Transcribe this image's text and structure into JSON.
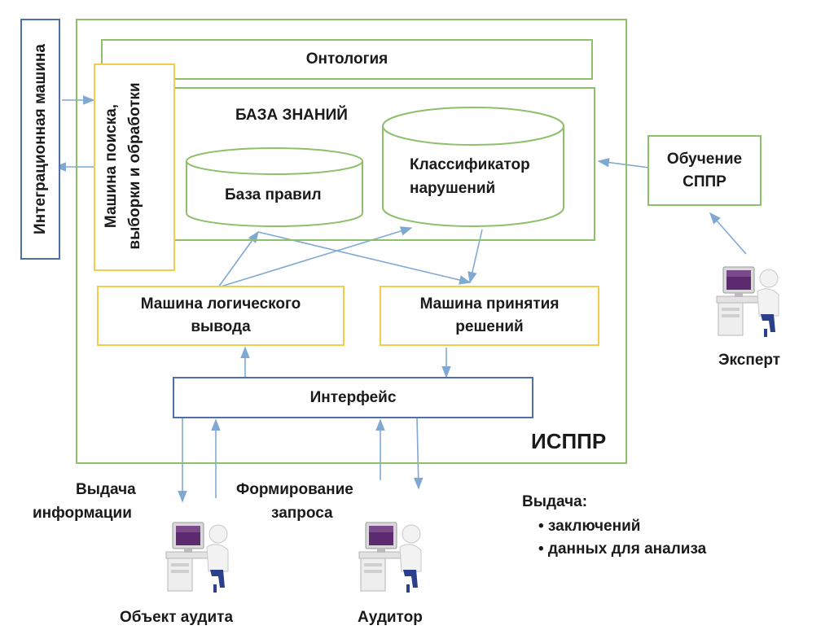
{
  "colors": {
    "green_border": "#8dc06a",
    "yellow_border": "#f2cc4a",
    "blue_border": "#4f6fa8",
    "arrow": "#7fa8d2"
  },
  "integration_machine": "Интеграционная машина",
  "ontology": "Онтология",
  "search_machine": [
    "Машина поиска,",
    "выборки и обработки"
  ],
  "knowledge_base": {
    "title": "БАЗА ЗНАНИЙ",
    "rules": "База правил",
    "classifier": [
      "Классификатор",
      "нарушений"
    ]
  },
  "inference_machine": [
    "Машина логического",
    "вывода"
  ],
  "decision_machine": [
    "Машина принятия",
    "решений"
  ],
  "interface": "Интерфейс",
  "system_label": "ИСППР",
  "training": [
    "Обучение",
    "СППР"
  ],
  "actors": {
    "expert": "Эксперт",
    "audit_object": "Объект аудита",
    "auditor": "Аудитор"
  },
  "flows": {
    "info_output": [
      "Выдача",
      "информации"
    ],
    "query_forming": [
      "Формирование",
      "запроса"
    ]
  },
  "output": {
    "title": "Выдача:",
    "items": [
      "• заключений",
      "• данных для анализа"
    ]
  },
  "icons": [
    "user-at-computer-icon"
  ]
}
